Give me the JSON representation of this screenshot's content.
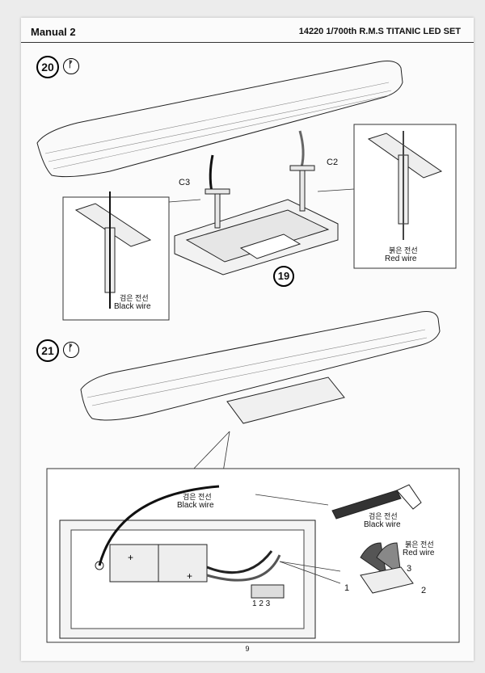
{
  "header": {
    "left": "Manual 2",
    "right": "14220 1/700th R.M.S TITANIC LED SET"
  },
  "steps": [
    {
      "number": "20",
      "icon": "glue-icon"
    },
    {
      "number": "21",
      "icon": "glue-icon"
    }
  ],
  "parts": {
    "c3": "C3",
    "c2": "C2",
    "base_part": "19"
  },
  "labels": {
    "black_wire_kr": "검은 전선",
    "black_wire_en": "Black wire",
    "red_wire_kr": "붉은 전선",
    "red_wire_en": "Red wire"
  },
  "switch_positions": {
    "p1": "1",
    "p2": "2",
    "p3": "3",
    "row": "1 2 3"
  },
  "page_number": "9"
}
